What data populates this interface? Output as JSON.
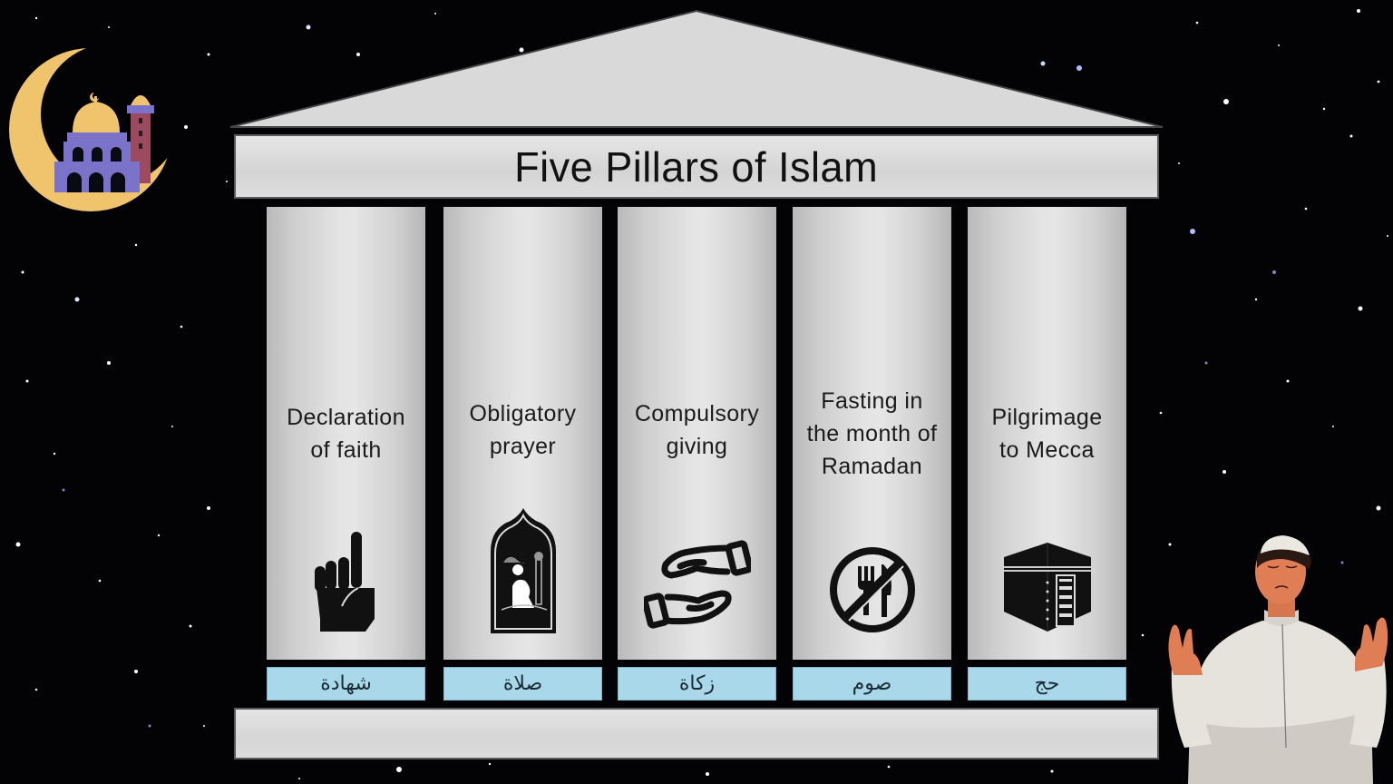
{
  "title": "Five Pillars of Islam",
  "colors": {
    "background": "#000000",
    "stone": "#dcdcdc",
    "label_band": "#a8d8ea",
    "crescent": "#f0c36d",
    "mosque": "#7b72c9",
    "minaret": "#9c4a60"
  },
  "pillars": [
    {
      "label": "Declaration\nof faith",
      "arabic": "شهادة",
      "icon": "raised-index-finger-icon"
    },
    {
      "label": "Obligatory\nprayer",
      "arabic": "صلاة",
      "icon": "praying-person-in-arch-icon"
    },
    {
      "label": "Compulsory\ngiving",
      "arabic": "زكاة",
      "icon": "giving-hands-icon"
    },
    {
      "label": "Fasting in\nthe month of\nRamadan",
      "arabic": "صوم",
      "icon": "no-food-icon"
    },
    {
      "label": "Pilgrimage\nto Mecca",
      "arabic": "حج",
      "icon": "kaaba-icon"
    }
  ],
  "decorations": {
    "top_left": "crescent-mosque-icon",
    "bottom_right": "praying-man-illustration"
  }
}
